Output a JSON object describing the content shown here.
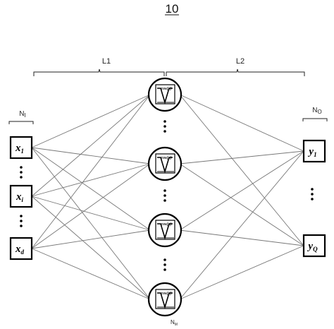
{
  "figure_number": "10",
  "layers": {
    "l1_label": "L1",
    "l2_label": "L2"
  },
  "input_group": {
    "label_main": "N",
    "label_sub": "I",
    "nodes": [
      {
        "main": "x",
        "sub": "1"
      },
      {
        "main": "x",
        "sub": "i"
      },
      {
        "main": "x",
        "sub": "d"
      }
    ]
  },
  "hidden_group": {
    "label_main": "N",
    "label_sub": "M",
    "activation_text": "cos(x)",
    "node_count": 4
  },
  "output_group": {
    "label_main": "N",
    "label_sub": "O",
    "nodes": [
      {
        "main": "y",
        "sub": "1"
      },
      {
        "main": "y",
        "sub": "Q"
      }
    ]
  }
}
